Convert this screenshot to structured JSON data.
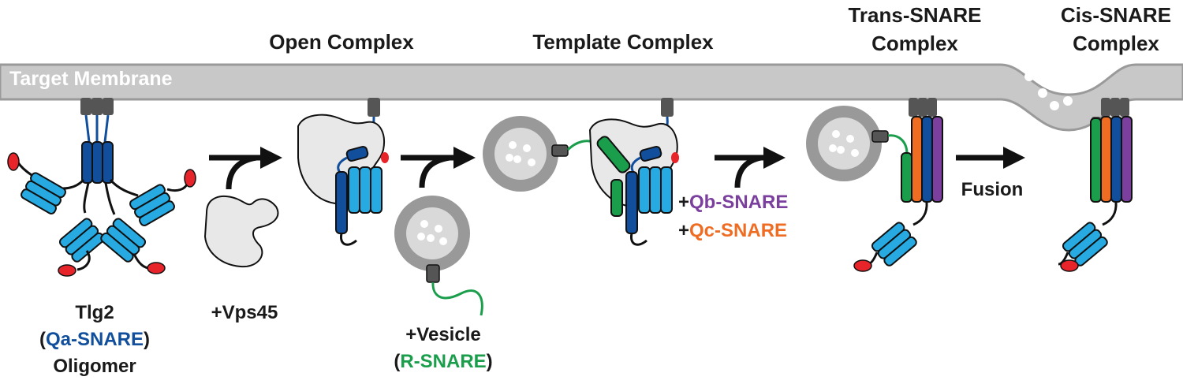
{
  "colors": {
    "membrane": "#c8c8c8",
    "membrane_edge": "#9a9a9a",
    "qa_dark": "#114f9c",
    "qa_light": "#27a9e1",
    "r_snare": "#1b9e4b",
    "qb_snare": "#7b3f9e",
    "qc_snare": "#ef6c23",
    "habc_tip": "#e8242b",
    "vps45": "#e8e8e8",
    "anchor": "#555555",
    "vesicle_outer": "#999999",
    "vesicle_inner": "#d9d9d9"
  },
  "membrane": {
    "label": "Target Membrane"
  },
  "stages": {
    "open": {
      "title": "Open Complex"
    },
    "template": {
      "title": "Template Complex"
    },
    "trans": {
      "title_line1": "Trans-SNARE",
      "title_line2": "Complex"
    },
    "cis": {
      "title_line1": "Cis-SNARE",
      "title_line2": "Complex"
    }
  },
  "labels": {
    "tlg2": {
      "line1": "Tlg2",
      "paren_open": "(",
      "qa": "Qa-SNARE",
      "paren_close": ")",
      "line3": "Oligomer"
    },
    "vps45": "+Vps45",
    "vesicle": {
      "line1": "+Vesicle",
      "paren_open": "(",
      "r": "R-SNARE",
      "paren_close": ")"
    },
    "qb": {
      "plus": "+",
      "name": "Qb-SNARE"
    },
    "qc": {
      "plus": "+",
      "name": "Qc-SNARE"
    },
    "fusion": "Fusion"
  }
}
